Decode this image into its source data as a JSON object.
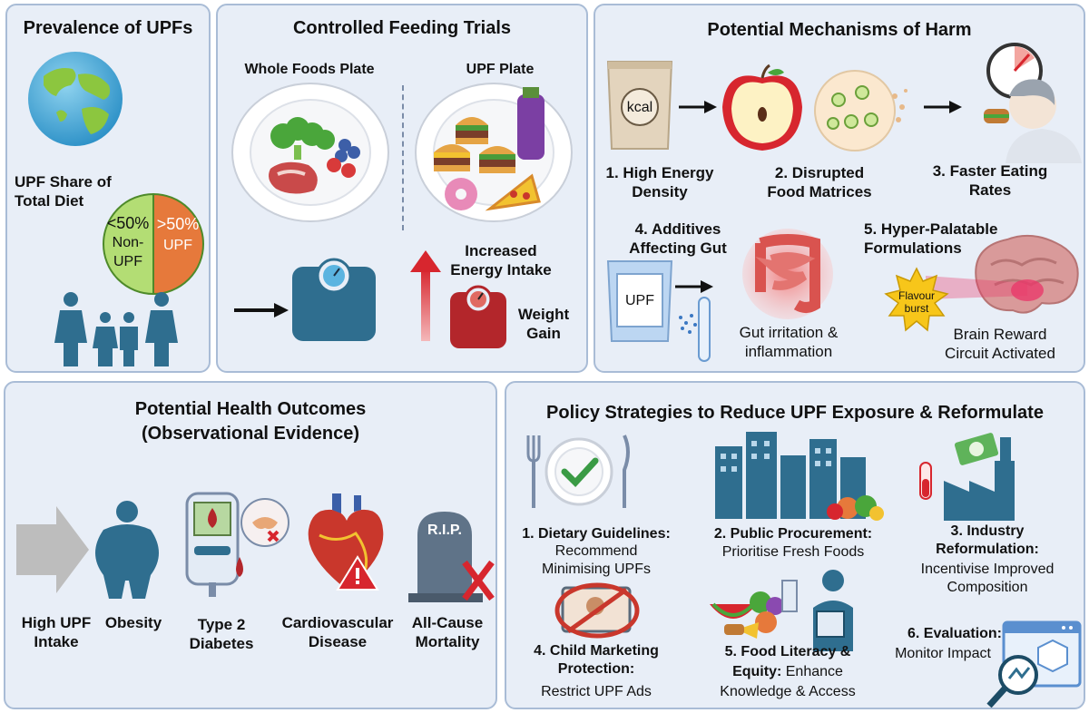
{
  "colors": {
    "panel_bg": "#e8eef7",
    "panel_border": "#a9bcd6",
    "scale": "#2f6e8f",
    "scale_red": "#b3262b",
    "arrow_red": "#d7262e",
    "pie_green": "#b3dd74",
    "pie_orange": "#e6793b"
  },
  "prevalence": {
    "title": "Prevalence of UPFs",
    "share_line1": "UPF Share of",
    "share_line2": "Total Diet",
    "left_pct": "<50%",
    "left_line1": "Non-",
    "left_line2": "UPF",
    "right_pct": ">50%",
    "right_line": "UPF",
    "icons": [
      "globe-icon",
      "family-icon"
    ]
  },
  "feeding": {
    "title": "Controlled Feeding Trials",
    "whole_plate": "Whole Foods Plate",
    "upf_plate": "UPF Plate",
    "energy_line1": "Increased",
    "energy_line2": "Energy Intake",
    "weight_line1": "Weight",
    "weight_line2": "Gain",
    "icons": [
      "plate-icon",
      "scale-icon",
      "up-arrow-icon"
    ]
  },
  "mechanisms": {
    "title": "Potential Mechanisms of Harm",
    "kcal": "kcal",
    "m1_line1": "1.  High Energy",
    "m1_line2": "Density",
    "m2_line1": "2. Disrupted",
    "m2_line2": "Food Matrices",
    "m3_line1": "3. Faster Eating",
    "m3_line2": "Rates",
    "m4_line1": "4. Additives",
    "m4_line2": "Affecting Gut",
    "upf_pack": "UPF",
    "gut_line1": "Gut irritation &",
    "gut_line2": "inflammation",
    "m5_line1": "5. Hyper-Palatable",
    "m5_line2": "Formulations",
    "flavour_line1": "Flavour",
    "flavour_line2": "burst",
    "brain_line1": "Brain Reward",
    "brain_line2": "Circuit Activated",
    "icons": [
      "snack-pack-icon",
      "apple-icon",
      "clock-icon",
      "person-eating-icon",
      "intestine-icon",
      "brain-icon"
    ]
  },
  "outcomes": {
    "title_line1": "Potential Health Outcomes",
    "title_line2": "(Observational Evidence)",
    "intake_line1": "High UPF",
    "intake_line2": "Intake",
    "obesity": "Obesity",
    "diabetes_line1": "Type 2",
    "diabetes_line2": "Diabetes",
    "cardio_line1": "Cardiovascular",
    "cardio_line2": "Disease",
    "mortality_line1": "All-Cause",
    "mortality_line2": "Mortality",
    "rip": "R.I.P.",
    "icons": [
      "arrow-icon",
      "obesity-icon",
      "glucometer-icon",
      "heart-icon",
      "tombstone-icon"
    ]
  },
  "policy": {
    "title": "Policy Strategies to Reduce UPF Exposure & Reformulate",
    "p1_head": "1. Dietary Guidelines:",
    "p1_line1": "Recommend",
    "p1_line2": "Minimising UPFs",
    "p2_head": "2. Public Procurement:",
    "p2_line1": "Prioritise Fresh Foods",
    "p3_head1": "3. Industry",
    "p3_head2": "Reformulation:",
    "p3_line1": "Incentivise Improved",
    "p3_line2": "Composition",
    "p4_head1": "4. Child Marketing",
    "p4_head2": "Protection:",
    "p4_line1": "Restrict UPF Ads",
    "p5_head1": "5. Food Literacy &",
    "p5_head2": "Equity:",
    "p5_tail": " Enhance",
    "p5_line2": "Knowledge & Access",
    "p6_head": "6. Evaluation:",
    "p6_line1": "Monitor Impact",
    "icons": [
      "plate-check-icon",
      "city-icon",
      "factory-icon",
      "no-tv-icon",
      "food-literacy-icon",
      "analytics-icon"
    ]
  }
}
